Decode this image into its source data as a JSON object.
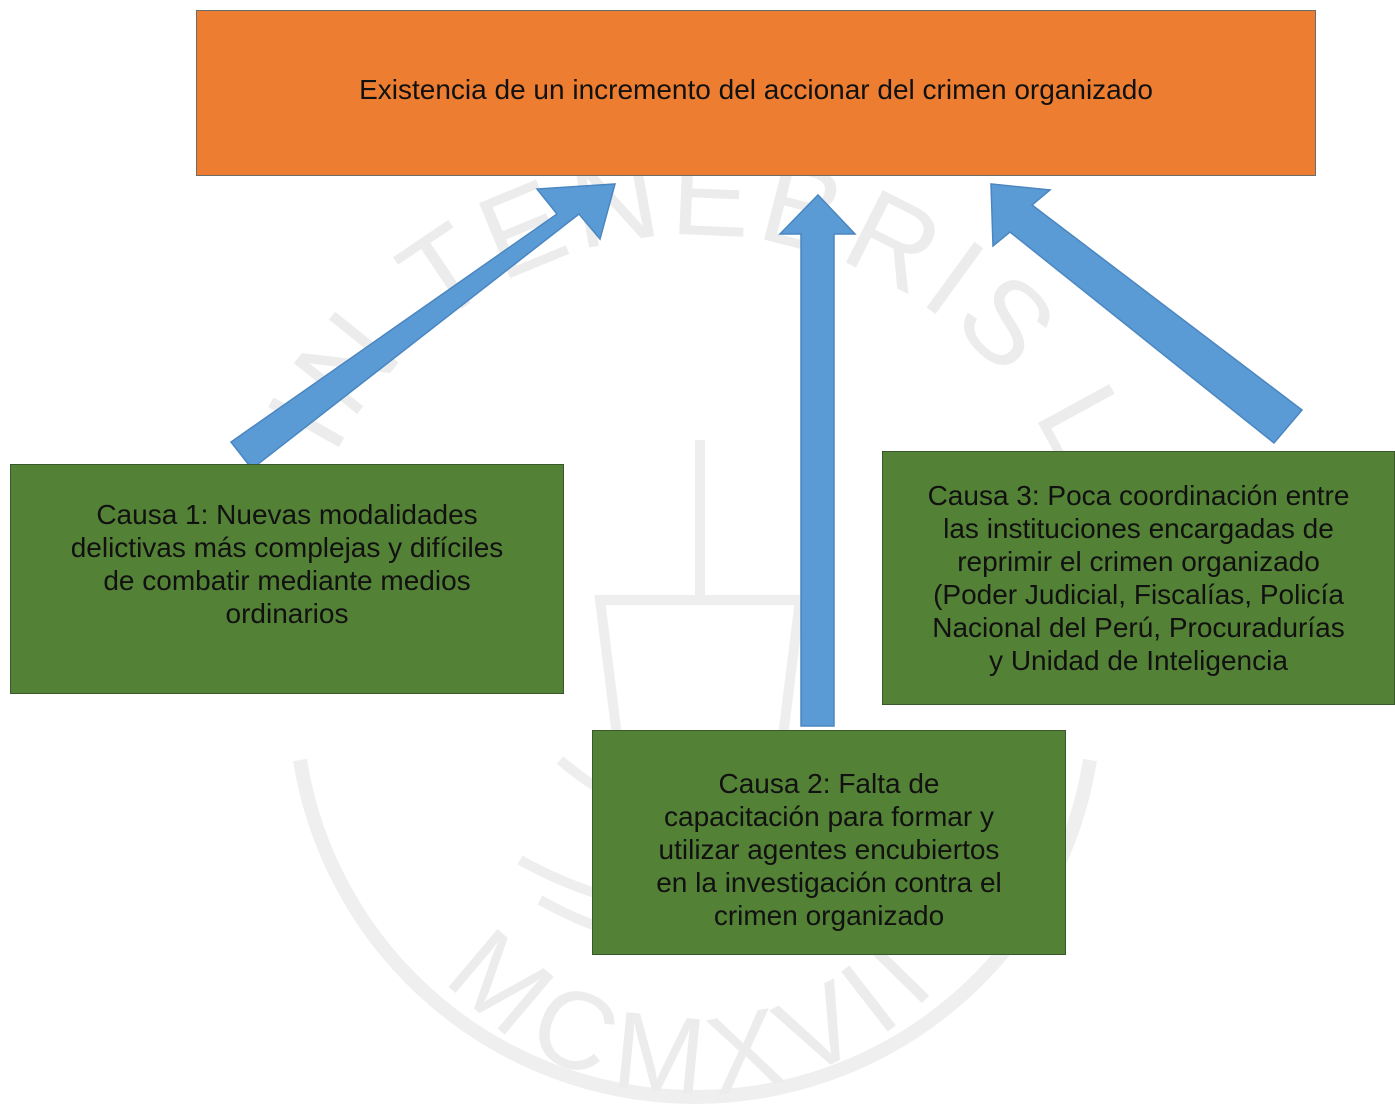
{
  "effect": {
    "text": "Existencia de un incremento del accionar del crimen organizado",
    "color": "#ed7d31"
  },
  "causes": [
    {
      "text": "Causa 1: Nuevas modalidades\ndelictivas más complejas y difíciles\nde combatir mediante medios\nordinarios"
    },
    {
      "text": "Causa 2: Falta de\ncapacitación para formar y\nutilizar agentes encubiertos\nen la investigación contra el\ncrimen organizado"
    },
    {
      "text": "Causa 3: Poca coordinación entre\nlas instituciones encargadas de\nreprimir el crimen organizado\n(Poder Judicial, Fiscalías, Policía\nNacional del Perú, Procuradurías\ny Unidad de Inteligencia"
    }
  ],
  "cause_color": "#538135",
  "arrow_color": "#5b9bd5",
  "watermark": {
    "top_text": "ET IN TENEBRIS LUX",
    "bottom_text": "MCMXVII",
    "color": "#ececec"
  }
}
